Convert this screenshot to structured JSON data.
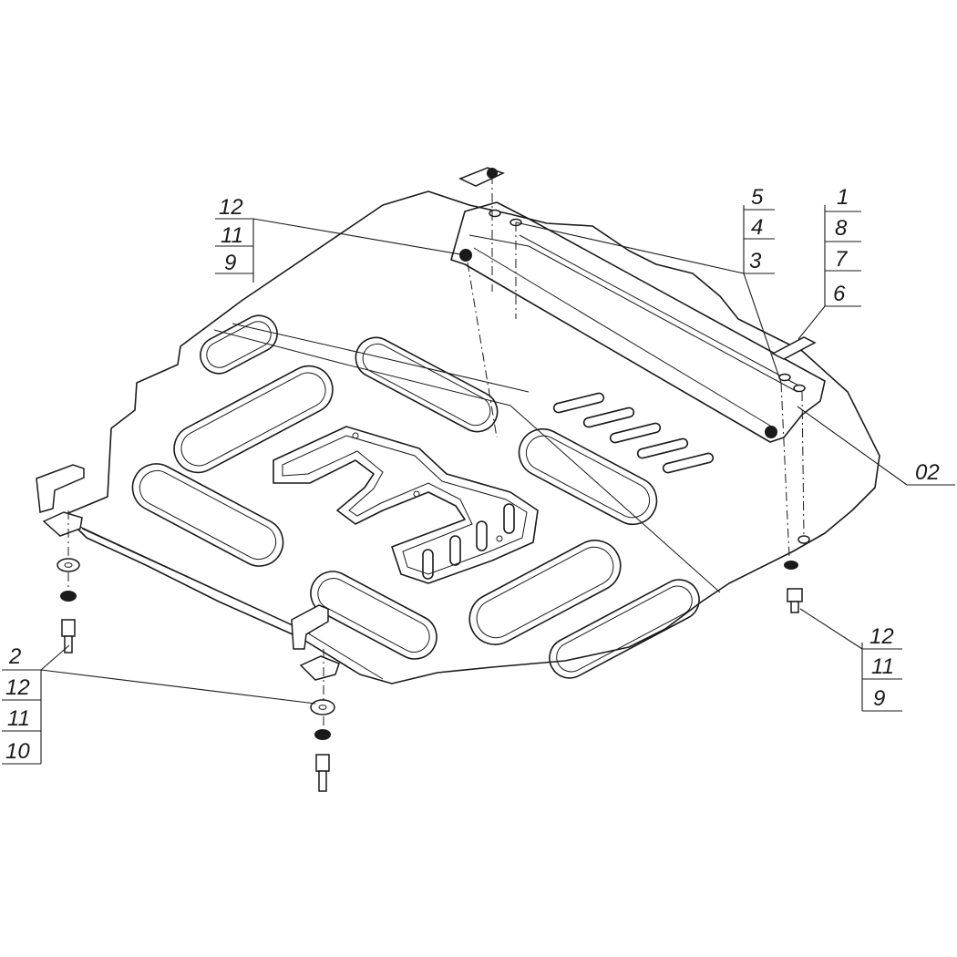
{
  "callouts": {
    "top_left": [
      "12",
      "11",
      "9"
    ],
    "top_mid": [
      "5",
      "4",
      "3"
    ],
    "top_right": [
      "1",
      "8",
      "7",
      "6"
    ],
    "right_tag": "02",
    "right_low": [
      "12",
      "11",
      "9"
    ],
    "left_low": [
      "2",
      "12",
      "11",
      "10"
    ]
  }
}
